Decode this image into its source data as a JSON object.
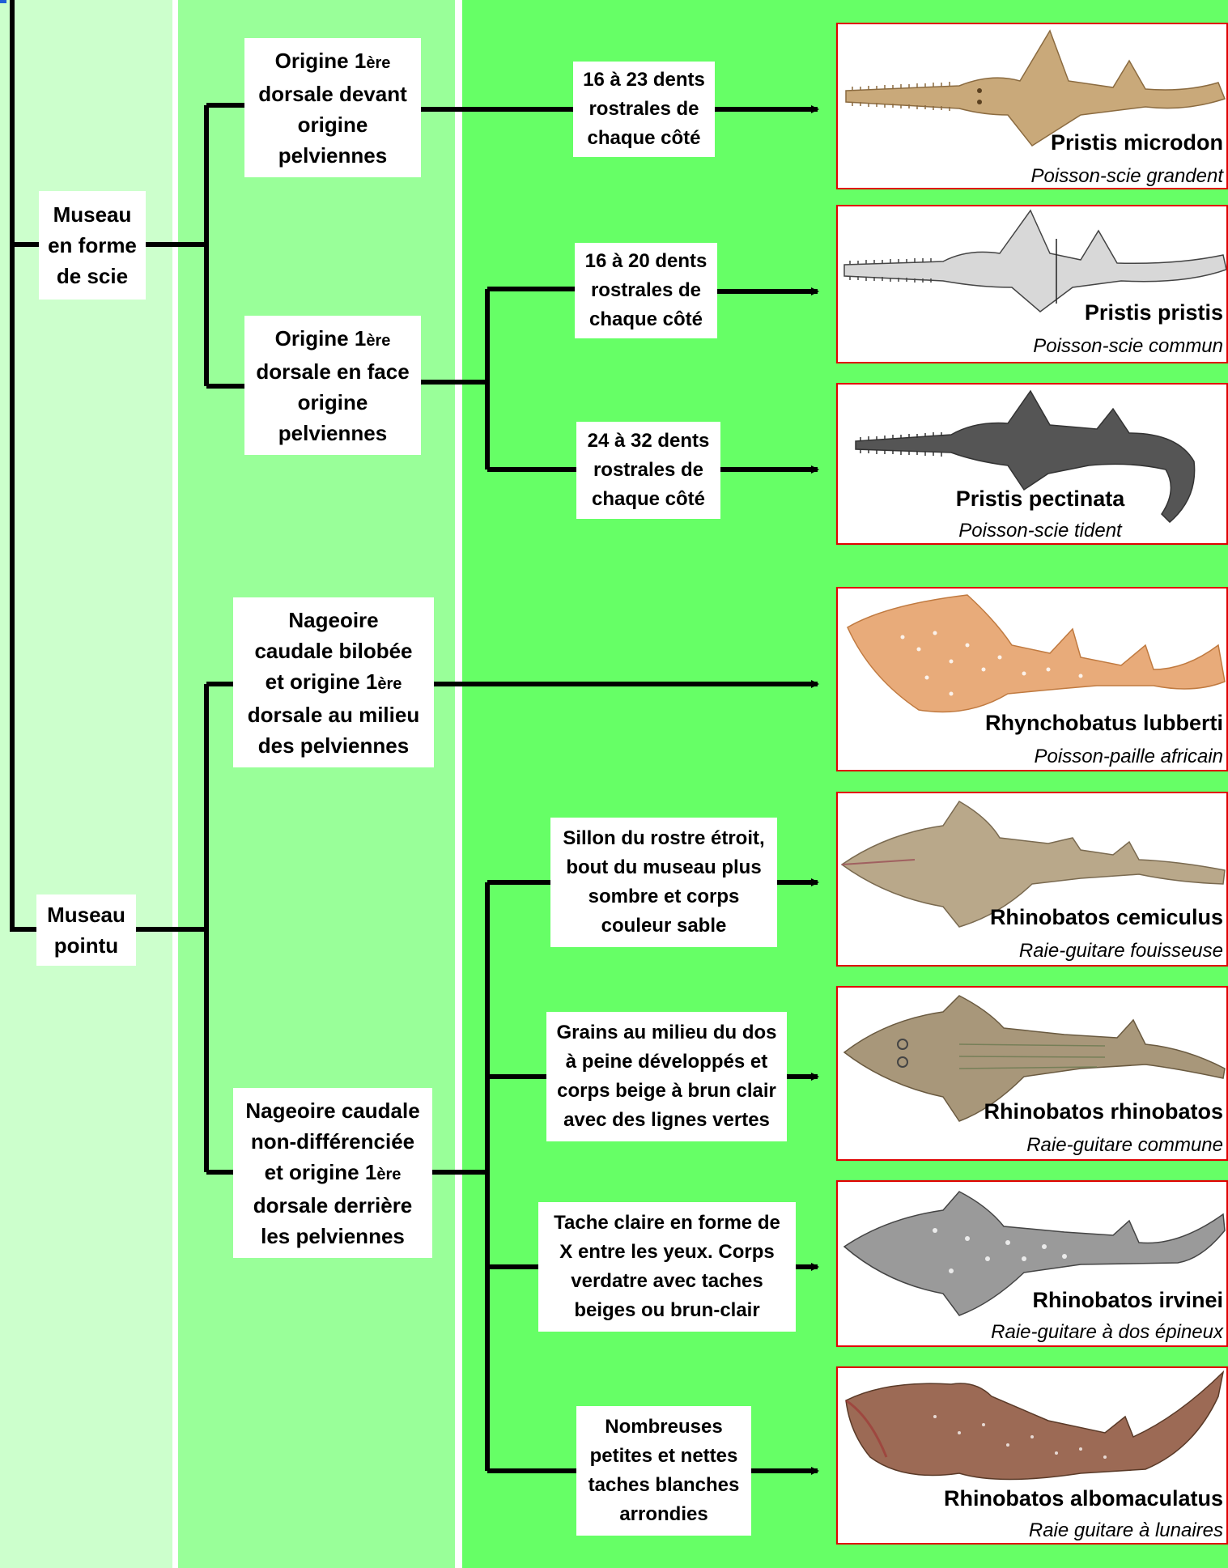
{
  "colors": {
    "column_1": "#ccffcc",
    "column_2": "#99ff99",
    "column_3": "#66ff66",
    "border": "#e00000",
    "lines": "#000000"
  },
  "level1": {
    "saw_snout": [
      "Museau",
      "en forme",
      "de scie"
    ],
    "pointed_snout": [
      "Museau",
      "pointu"
    ]
  },
  "level2": {
    "dorsal_before": [
      "Origine 1",
      "ère",
      "dorsale devant",
      "origine",
      "pelviennes"
    ],
    "dorsal_facing": [
      "Origine 1",
      "ère",
      "dorsale en face",
      "origine",
      "pelviennes"
    ],
    "bilobed": [
      "Nageoire",
      "caudale bilobée",
      "et origine 1",
      "ère",
      "dorsale au milieu",
      "des pelviennes"
    ],
    "undifferentiated": [
      "Nageoire caudale",
      "non-différenciée",
      "et origine 1",
      "ère",
      "dorsale derrière",
      "les pelviennes"
    ]
  },
  "level3": {
    "teeth_16_23": [
      "16 à 23 dents",
      "rostrales de",
      "chaque côté"
    ],
    "teeth_16_20": [
      "16 à 20 dents",
      "rostrales de",
      "chaque côté"
    ],
    "teeth_24_32": [
      "24 à 32 dents",
      "rostrales de",
      "chaque côté"
    ],
    "sillon": [
      "Sillon du rostre étroit,",
      "bout du museau plus",
      "sombre et corps",
      "couleur sable"
    ],
    "grains": [
      "Grains au milieu du dos",
      "à peine développés et",
      "corps beige à brun clair",
      "avec des lignes vertes"
    ],
    "tache": [
      "Tache claire en forme de",
      "X entre les yeux. Corps",
      "verdatre avec taches",
      "beiges ou brun-clair"
    ],
    "nombreuses": [
      "Nombreuses",
      "petites et nettes",
      "taches blanches",
      "arrondies"
    ]
  },
  "species": [
    {
      "scientific": "Pristis microdon",
      "common": "Poisson-scie grandent",
      "icon": "sawfish-tan-illustration",
      "color": "#c9a97a"
    },
    {
      "scientific": "Pristis pristis",
      "common": "Poisson-scie commun",
      "icon": "sawfish-stippled-illustration",
      "color": "#b0b0b0"
    },
    {
      "scientific": "Pristis pectinata",
      "common": "Poisson-scie tident",
      "icon": "sawfish-dark-illustration",
      "color": "#555555"
    },
    {
      "scientific": "Rhynchobatus lubberti",
      "common": "Poisson-paille africain",
      "icon": "wedgefish-orange-photo",
      "color": "#e8ab7a"
    },
    {
      "scientific": "Rhinobatos cemiculus",
      "common": "Raie-guitare fouisseuse",
      "icon": "guitarfish-sand-photo",
      "color": "#a89a80"
    },
    {
      "scientific": "Rhinobatos rhinobatos",
      "common": "Raie-guitare commune",
      "icon": "guitarfish-beige-photo",
      "color": "#9a8a6e"
    },
    {
      "scientific": "Rhinobatos irvinei",
      "common": "Raie-guitare à dos épineux",
      "icon": "guitarfish-grey-illustration",
      "color": "#8a8a8a"
    },
    {
      "scientific": "Rhinobatos albomaculatus",
      "common": "Raie guitare à lunaires",
      "icon": "guitarfish-red-brown-photo",
      "color": "#9c6a55"
    }
  ]
}
